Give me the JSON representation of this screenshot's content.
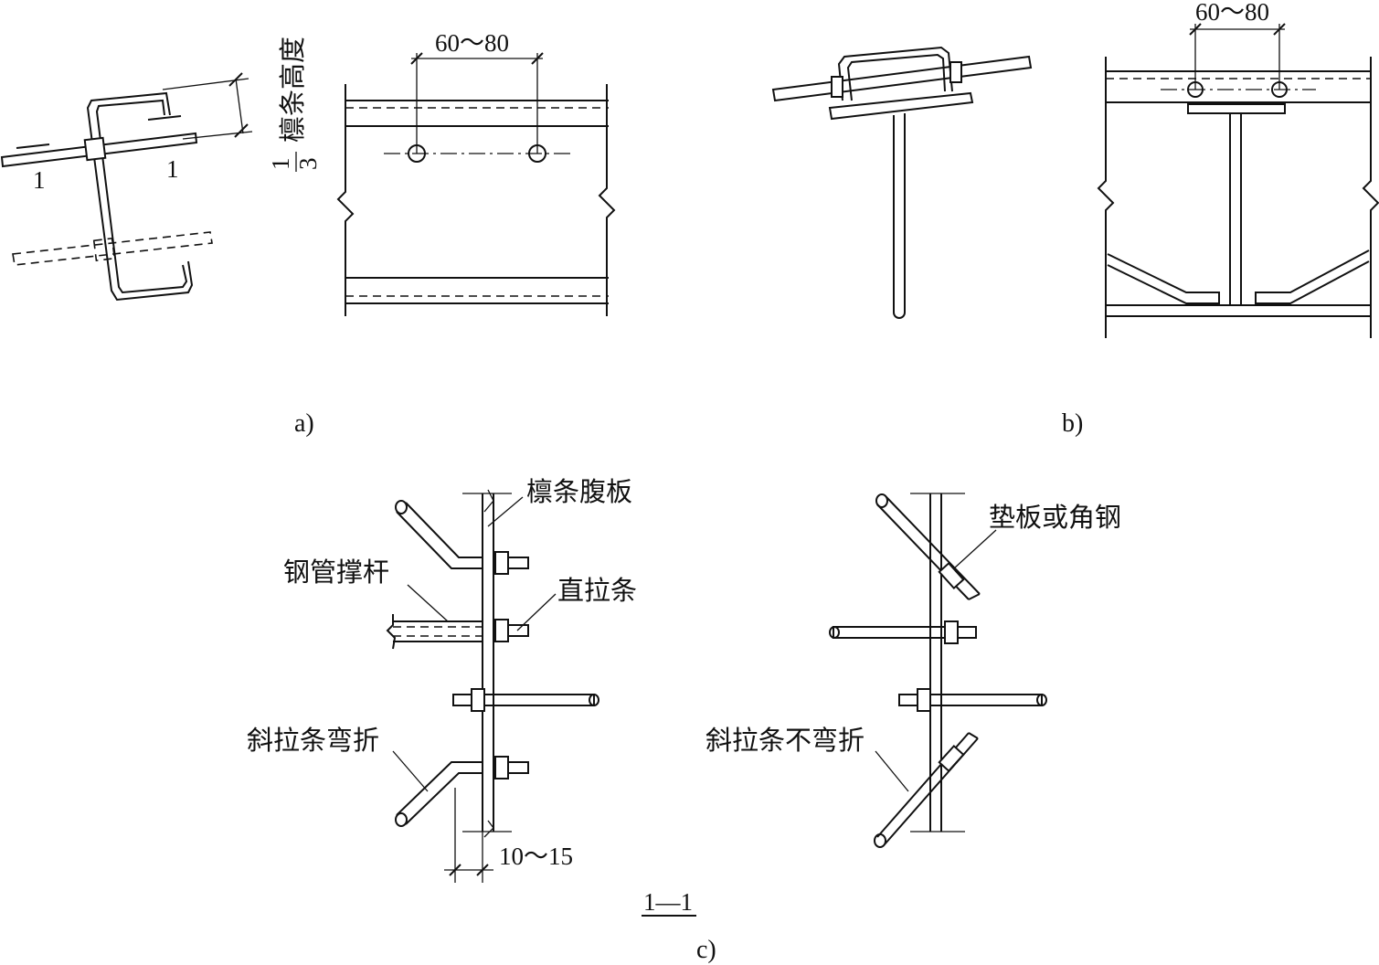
{
  "figure_a": {
    "caption": "a)",
    "spacing_label": "60～80",
    "section_mark_left": "1",
    "section_mark_right": "1",
    "fraction_numerator": "1",
    "fraction_denominator": "3",
    "height_label": "檩条高度"
  },
  "figure_b": {
    "caption": "b)",
    "spacing_label": "60～80"
  },
  "figure_c": {
    "caption": "c)",
    "section_title": "1—1",
    "labels": {
      "purlin_web": "檩条腹板",
      "steel_pipe_strut": "钢管撑杆",
      "straight_tie_rod": "直拉条",
      "diagonal_bent": "斜拉条弯折",
      "pad_or_angle": "垫板或角钢",
      "diagonal_not_bent": "斜拉条不弯折"
    },
    "offset_label": "10～15"
  }
}
